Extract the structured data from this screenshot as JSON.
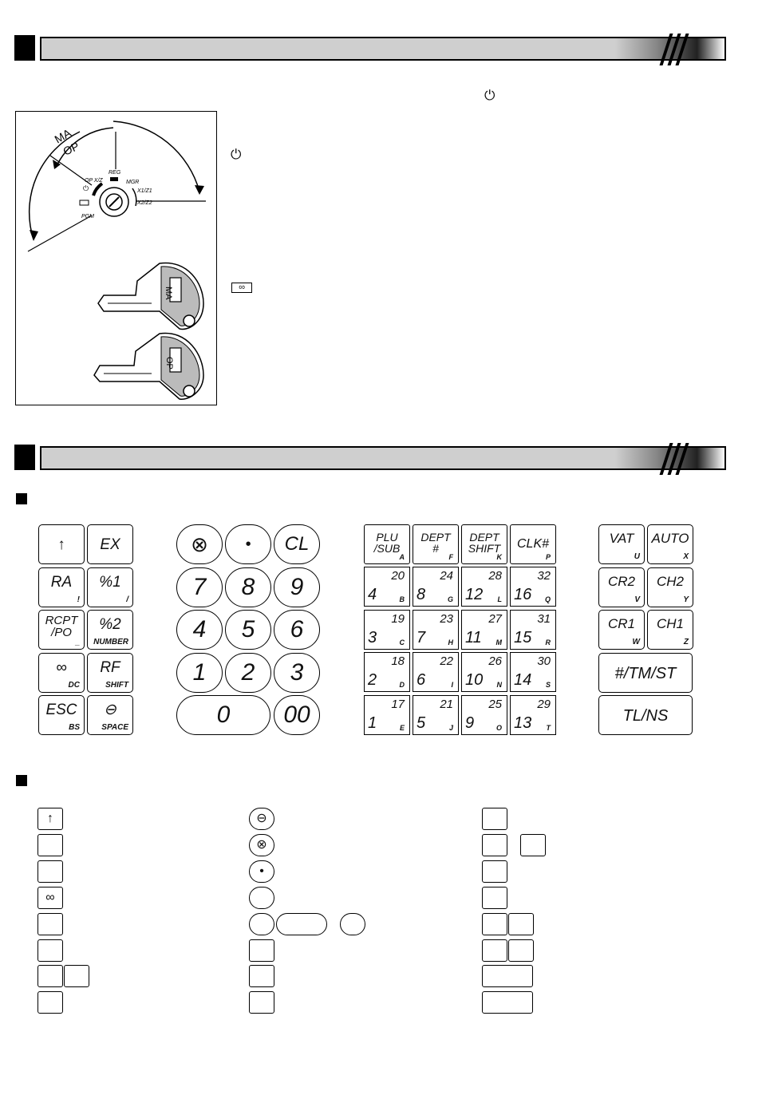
{
  "power_symbol": "⏻",
  "dial": {
    "MA": "MA",
    "OP": "OP",
    "positions": {
      "op_xz": "OP X/Z",
      "reg": "REG",
      "mgr": "MGR",
      "x1z1": "X1/Z1",
      "x2z2": "X2/Z2",
      "pgm": "PGM",
      "off": "⏻"
    }
  },
  "keys_illustration": {
    "ma_key": "MA",
    "op_key": "OP"
  },
  "keyboard": {
    "left": [
      {
        "main": "↑",
        "sub": ""
      },
      {
        "main": "EX",
        "sub": ""
      },
      {
        "main": "RA",
        "sub": "!"
      },
      {
        "main": "%1",
        "sub": "/"
      },
      {
        "main": "RCPT\n/PO",
        "sub": "_"
      },
      {
        "main": "%2",
        "sub": "NUMBER"
      },
      {
        "main": "∞",
        "sub": "DC"
      },
      {
        "main": "RF",
        "sub": "SHIFT"
      },
      {
        "main": "ESC",
        "sub": "BS"
      },
      {
        "main": "⊖",
        "sub": "SPACE"
      }
    ],
    "numeric": [
      "⊗",
      "•",
      "CL",
      "7",
      "8",
      "9",
      "4",
      "5",
      "6",
      "1",
      "2",
      "3",
      "0",
      "00"
    ],
    "dept_function": [
      {
        "label": "PLU\n/SUB",
        "ltr": "A"
      },
      {
        "label": "DEPT\n#",
        "ltr": "F"
      },
      {
        "label": "DEPT\nSHIFT",
        "ltr": "K"
      },
      {
        "label": "CLK#",
        "ltr": "P"
      }
    ],
    "dept": [
      {
        "top": "20",
        "bot": "4",
        "ltr": "B"
      },
      {
        "top": "24",
        "bot": "8",
        "ltr": "G"
      },
      {
        "top": "28",
        "bot": "12",
        "ltr": "L"
      },
      {
        "top": "32",
        "bot": "16",
        "ltr": "Q"
      },
      {
        "top": "19",
        "bot": "3",
        "ltr": "C"
      },
      {
        "top": "23",
        "bot": "7",
        "ltr": "H"
      },
      {
        "top": "27",
        "bot": "11",
        "ltr": "M"
      },
      {
        "top": "31",
        "bot": "15",
        "ltr": "R"
      },
      {
        "top": "18",
        "bot": "2",
        "ltr": "D"
      },
      {
        "top": "22",
        "bot": "6",
        "ltr": "I"
      },
      {
        "top": "26",
        "bot": "10",
        "ltr": "N"
      },
      {
        "top": "30",
        "bot": "14",
        "ltr": "S"
      },
      {
        "top": "17",
        "bot": "1",
        "ltr": "E"
      },
      {
        "top": "21",
        "bot": "5",
        "ltr": "J"
      },
      {
        "top": "25",
        "bot": "9",
        "ltr": "O"
      },
      {
        "top": "29",
        "bot": "13",
        "ltr": "T"
      }
    ],
    "right": [
      {
        "main": "VAT",
        "sub": "U"
      },
      {
        "main": "AUTO",
        "sub": "X"
      },
      {
        "main": "CR2",
        "sub": "V"
      },
      {
        "main": "CH2",
        "sub": "Y"
      },
      {
        "main": "CR1",
        "sub": "W"
      },
      {
        "main": "CH1",
        "sub": "Z"
      },
      {
        "main": "#/TM/ST",
        "sub": ""
      },
      {
        "main": "TL/NS",
        "sub": ""
      }
    ]
  },
  "key_list_symbols": {
    "up": "↑",
    "dc": "∞",
    "minus": "⊖",
    "multiply": "⊗",
    "decimal": "•"
  }
}
